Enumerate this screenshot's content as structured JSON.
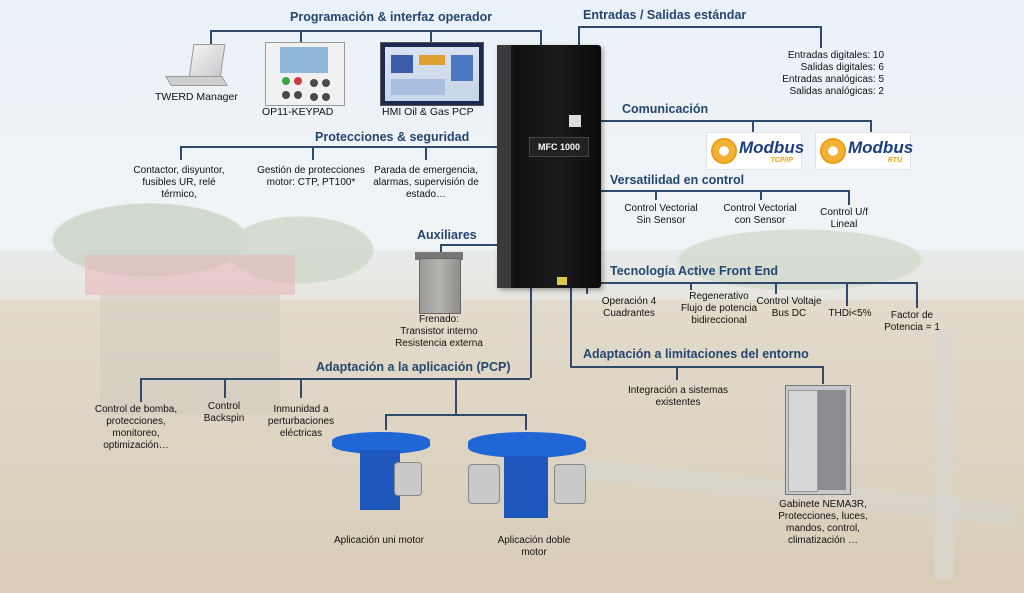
{
  "sections": {
    "programacion": {
      "title": "Programación & interfaz operador",
      "items": [
        "TWERD Manager",
        "OP11-KEYPAD",
        "HMI Oil & Gas PCP"
      ]
    },
    "entradas_salidas": {
      "title": "Entradas / Salidas estándar",
      "lines": [
        "Entradas digitales: 10",
        "Salidas digitales: 6",
        "Entradas analógicas: 5",
        "Salidas analógicas: 2"
      ]
    },
    "comunicacion": {
      "title": "Comunicación",
      "logos": [
        {
          "word": "Modbus",
          "sub": "TCP/IP",
          "icon": "modbus-gear-icon"
        },
        {
          "word": "Modbus",
          "sub": "RTU",
          "icon": "modbus-gear-icon"
        }
      ]
    },
    "protecciones": {
      "title": "Protecciones & seguridad",
      "items": [
        "Contactor, disyuntor, fusibles UR, relé térmico,",
        "Gestión de protecciones motor: CTP, PT100*",
        "Parada de emergencia, alarmas, supervisión de estado…"
      ]
    },
    "versatilidad": {
      "title": "Versatilidad en control",
      "items": [
        "Control Vectorial Sin Sensor",
        "Control Vectorial con Sensor",
        "Control U/f Lineal"
      ]
    },
    "auxiliares": {
      "title": "Auxiliares",
      "items": [
        "Frenado:",
        "Transistor interno",
        "Resistencia externa"
      ]
    },
    "active_front_end": {
      "title": "Tecnología Active Front End",
      "items": [
        "Operación 4 Cuadrantes",
        "Regenerativo Flujo de potencia bidireccional",
        "Control Voltaje Bus DC",
        "THDi<5%",
        "Factor de Potencia = 1"
      ]
    },
    "adaptacion_pcp": {
      "title": "Adaptación a la aplicación (PCP)",
      "items": [
        "Control de bomba, protecciones, monitoreo, optimización…",
        "Control Backspin",
        "Inmunidad a perturbaciones eléctricas"
      ],
      "images": [
        "Aplicación uni motor",
        "Aplicación doble motor"
      ]
    },
    "limitaciones": {
      "title": "Adaptación a limitaciones del entorno",
      "items": [
        "Integración a sistemas existentes"
      ],
      "image_caption": "Gabinete NEMA3R, Protecciones, luces, mandos, control, climatización …"
    }
  },
  "device": {
    "label": "MFC 1000"
  },
  "colors": {
    "title": "#24476f",
    "line": "#2f4a6b",
    "pump_blue": "#1f66d6",
    "modbus_blue": "#1b3c86",
    "modbus_orange": "#f3b233"
  }
}
